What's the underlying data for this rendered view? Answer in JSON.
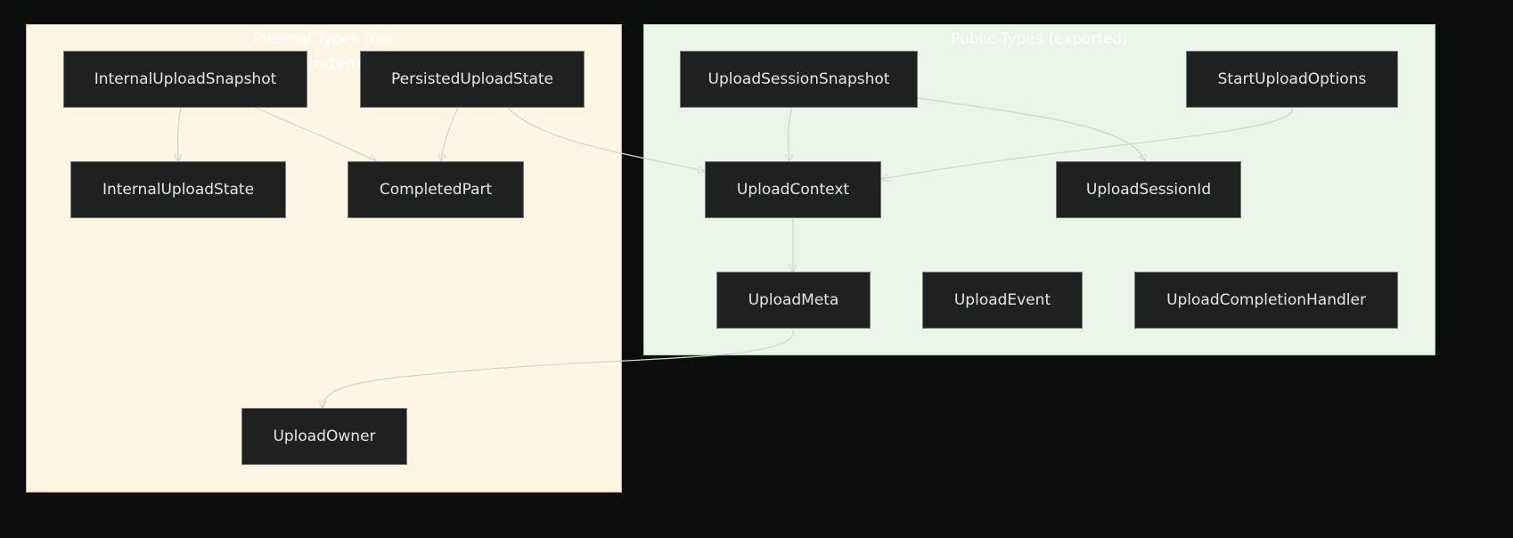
{
  "clusters": {
    "internal": {
      "title": "Internal Types (not exported)"
    },
    "public": {
      "title": "Public Types (exported)"
    }
  },
  "nodes": {
    "internal_upload_snapshot": "InternalUploadSnapshot",
    "persisted_upload_state": "PersistedUploadState",
    "internal_upload_state": "InternalUploadState",
    "completed_part": "CompletedPart",
    "upload_owner": "UploadOwner",
    "upload_session_snapshot": "UploadSessionSnapshot",
    "start_upload_options": "StartUploadOptions",
    "upload_context": "UploadContext",
    "upload_session_id": "UploadSessionId",
    "upload_meta": "UploadMeta",
    "upload_event": "UploadEvent",
    "upload_completion_handler": "UploadCompletionHandler"
  },
  "edges": [
    {
      "from": "InternalUploadSnapshot",
      "to": "InternalUploadState"
    },
    {
      "from": "InternalUploadSnapshot",
      "to": "CompletedPart"
    },
    {
      "from": "PersistedUploadState",
      "to": "CompletedPart"
    },
    {
      "from": "PersistedUploadState",
      "to": "UploadContext"
    },
    {
      "from": "UploadSessionSnapshot",
      "to": "UploadContext"
    },
    {
      "from": "UploadSessionSnapshot",
      "to": "UploadSessionId"
    },
    {
      "from": "StartUploadOptions",
      "to": "UploadContext"
    },
    {
      "from": "UploadContext",
      "to": "UploadMeta"
    },
    {
      "from": "UploadMeta",
      "to": "UploadOwner"
    }
  ],
  "colors": {
    "background": "#0b0d0c",
    "internal_fill": "#fef5e4",
    "internal_border": "#e7a95a",
    "public_fill": "#ebf5ea",
    "public_border": "#9fd39a",
    "node_fill": "#1f2020",
    "node_text": "#e6e6e6",
    "edge": "#d3d3d3"
  }
}
